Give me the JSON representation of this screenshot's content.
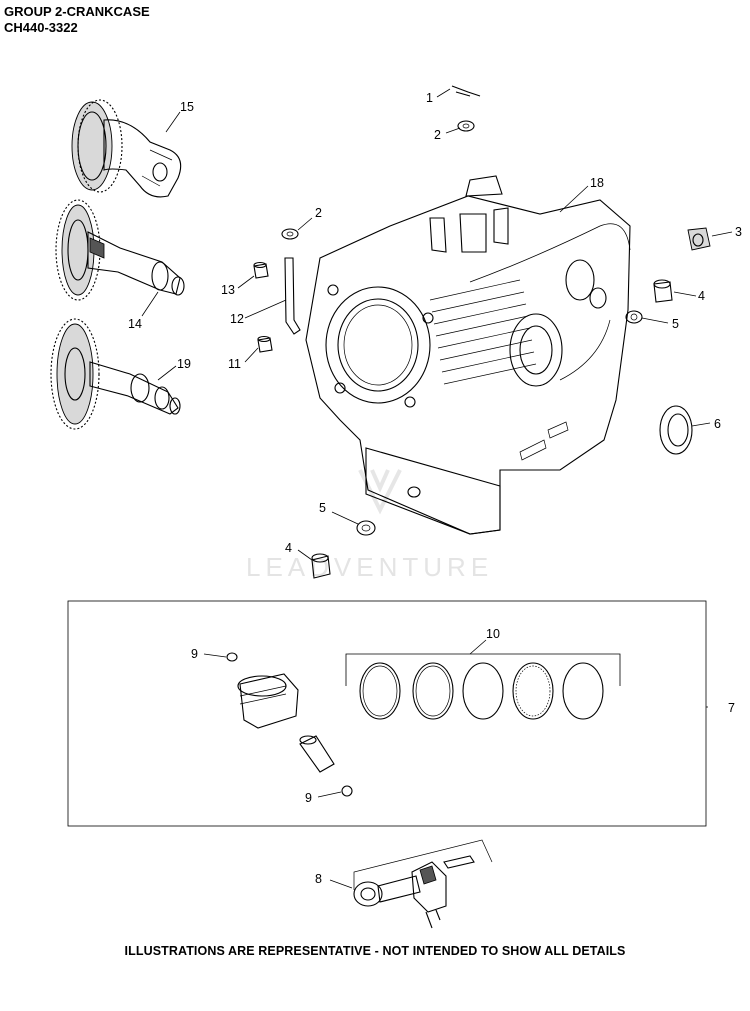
{
  "header": {
    "group_title": "GROUP 2-CRANKCASE",
    "model_number": "CH440-3322"
  },
  "watermark": "LEADVENTURE",
  "footer_note": "ILLUSTRATIONS ARE REPRESENTATIVE - NOT INTENDED TO SHOW ALL DETAILS",
  "callouts": {
    "c1": "1",
    "c2a": "2",
    "c2b": "2",
    "c3": "3",
    "c4a": "4",
    "c4b": "4",
    "c5a": "5",
    "c5b": "5",
    "c6": "6",
    "c7": "7",
    "c8": "8",
    "c9a": "9",
    "c9b": "9",
    "c10": "10",
    "c11": "11",
    "c12": "12",
    "c13": "13",
    "c14": "14",
    "c15": "15",
    "c18": "18",
    "c19": "19"
  }
}
